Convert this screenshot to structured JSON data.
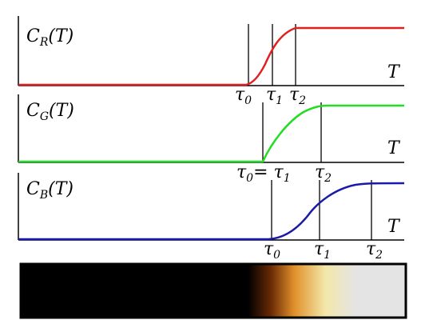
{
  "panels": [
    {
      "id": "red",
      "label_main": "C",
      "label_sub": "R",
      "label_arg": "(T)",
      "axis_label": "T",
      "color": "#e02020",
      "ticks": [
        {
          "main": "τ",
          "sub": "0",
          "pre": ""
        },
        {
          "main": "τ",
          "sub": "1",
          "pre": ""
        },
        {
          "main": "τ",
          "sub": "2",
          "pre": ""
        }
      ]
    },
    {
      "id": "green",
      "label_main": "C",
      "label_sub": "G",
      "label_arg": "(T)",
      "axis_label": "T",
      "color": "#22dd22",
      "ticks": [
        {
          "main": "τ",
          "sub": "0",
          "pre": "",
          "post": "= τ",
          "post_sub": "1"
        },
        {
          "main": "τ",
          "sub": "2",
          "pre": ""
        }
      ]
    },
    {
      "id": "blue",
      "label_main": "C",
      "label_sub": "B",
      "label_arg": "(T)",
      "axis_label": "T",
      "color": "#1a1aa8",
      "ticks": [
        {
          "main": "τ",
          "sub": "0",
          "pre": ""
        },
        {
          "main": "τ",
          "sub": "1",
          "pre": ""
        },
        {
          "main": "τ",
          "sub": "2",
          "pre": ""
        }
      ]
    }
  ],
  "colors": {
    "gradient_start": "#000000",
    "gradient_mid1": "#6a2a05",
    "gradient_mid2": "#e0902a",
    "gradient_mid3": "#f3e7a8",
    "gradient_end": "#e4e4e4"
  }
}
